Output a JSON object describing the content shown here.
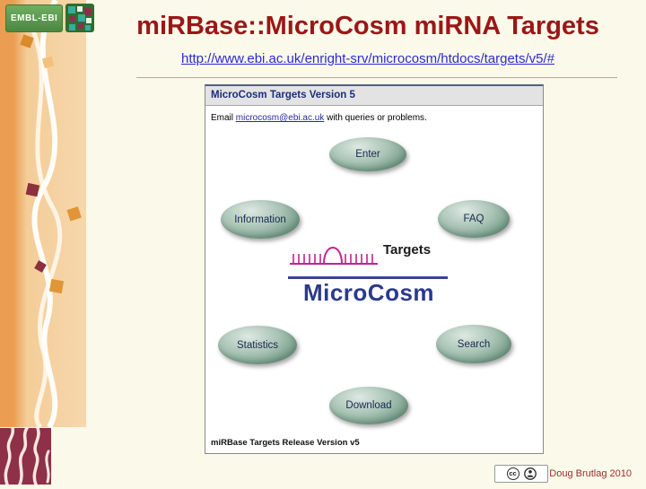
{
  "slide": {
    "title": "miRBase::MicroCosm miRNA Targets",
    "url": "http://www.ebi.ac.uk/enright-srv/microcosm/htdocs/targets/v5/#",
    "credit": "Doug Brutlag 2010"
  },
  "embl_logo": {
    "label": "EMBL-EBI"
  },
  "webpage": {
    "header_title": "MicroCosm Targets Version 5",
    "email": {
      "prefix": "Email ",
      "link": "microcosm@ebi.ac.uk",
      "suffix": " with queries or problems."
    },
    "buttons": {
      "enter": "Enter",
      "information": "Information",
      "faq": "FAQ",
      "statistics": "Statistics",
      "search": "Search",
      "download": "Download"
    },
    "logo": {
      "targets": "Targets",
      "name": "MicroCosm"
    },
    "footer": "miRBase Targets Release Version v5"
  },
  "license": {
    "cc": "cc"
  },
  "colors": {
    "title": "#9b1717",
    "link": "#2b2bd0",
    "strip_light": "#f4cd98",
    "strip_dark": "#eb9e52",
    "maroon_block": "#8e3048",
    "navy": "#2b3a8e",
    "magenta": "#c2258e",
    "oval_green": "#7fa391"
  }
}
